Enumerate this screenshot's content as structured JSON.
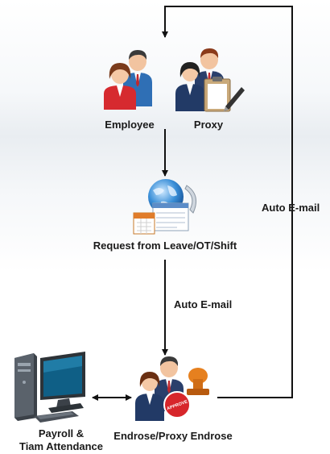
{
  "nodes": {
    "employee": "Employee",
    "proxy": "Proxy",
    "request": "Request from Leave/OT/Shift",
    "endorse": "Endrose/Proxy Endrose",
    "payroll_line1": "Payroll &",
    "payroll_line2": "Tiam Attendance"
  },
  "edges": {
    "auto_email_right": "Auto E-mail",
    "auto_email_middle": "Auto E-mail"
  },
  "stamp_text": "APPROVE"
}
